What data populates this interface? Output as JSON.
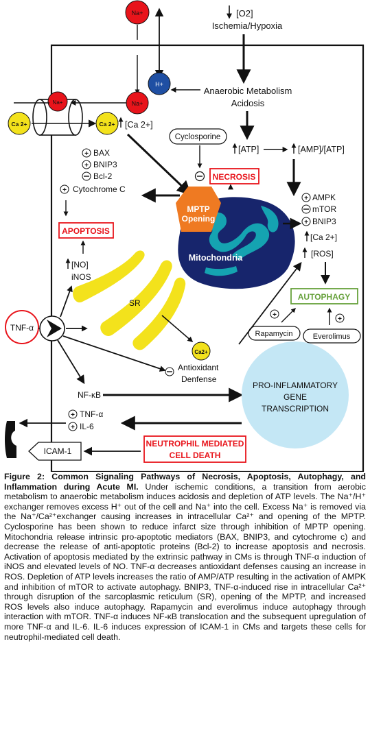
{
  "diagram": {
    "ions": {
      "na": "Na+",
      "h": "H+",
      "ca": "Ca 2+",
      "ca_sr": "Ca2+"
    },
    "labels": {
      "o2": "[O2]",
      "ischemia": "Ischemia/Hypoxia",
      "anaerobic": "Anaerobic Metabolism",
      "acidosis": "Acidosis",
      "ca_rise": "[Ca 2+]",
      "cyclosporine": "Cyclosporine",
      "atp": "[ATP]",
      "amp_atp": "[AMP]/[ATP]",
      "necrosis": "NECROSIS",
      "bax": "BAX",
      "bnip3_left": "BNIP3",
      "bcl2": "Bcl-2",
      "cytochrome": "Cytochrome C",
      "mptp_line1": "MPTP",
      "mptp_line2": "Opening",
      "mitochondria": "Mitochondria",
      "apoptosis": "APOPTOSIS",
      "no": "[NO]",
      "inos": "iNOS",
      "sr": "SR",
      "ampk": "AMPK",
      "mtor": "mTOR",
      "bnip3_right": "BNIP3",
      "ca_right": "[Ca 2+]",
      "ros": "[ROS]",
      "autophagy": "AUTOPHAGY",
      "rapamycin": "Rapamycin",
      "everolimus": "Everolimus",
      "tnf": "TNF-α",
      "antioxidant_line1": "Antioxidant",
      "antioxidant_line2": "Denfense",
      "nfkb": "NF-κB",
      "proinflam_line1": "PRO-INFLAMMATORY",
      "proinflam_line2": "GENE",
      "proinflam_line3": "TRANSCRIPTION",
      "tnf_out": "TNF-α",
      "il6": "IL-6",
      "icam": "ICAM-1",
      "neutro_line1": "NEUTROPHIL MEDIATED",
      "neutro_line2": "CELL DEATH"
    },
    "colors": {
      "na_red": "#e8141b",
      "h_blue": "#1f4fa3",
      "ca_yellow": "#f3e21c",
      "sr_yellow": "#f3e21c",
      "mito_navy": "#17256c",
      "mito_teal": "#15a3b1",
      "mptp_orange": "#ef7a22",
      "red_box": "#e8141b",
      "green_box": "#66a13b",
      "bubble_blue": "#c4e7f5"
    }
  },
  "caption": {
    "title": "Figure 2: Common Signaling Pathways of Necrosis, Apoptosis, Autophagy, and Inflammation during Acute MI.",
    "text": "Under ischemic conditions, a transition from aerobic metabolism to anaerobic metabolism induces acidosis and depletion of ATP levels. The Na⁺/H⁺ exchanger removes excess H⁺ out of the cell and Na⁺ into the cell. Excess Na⁺ is removed via the Na⁺/Ca²⁺exchanger causing increases in intracellular Ca²⁺ and opening of the MPTP. Cyclosporine has been shown to reduce infarct size through inhibition of MPTP opening. Mitochondria release intrinsic pro-apoptotic mediators (BAX, BNIP3, and cytochrome c) and decrease the release of anti-apoptotic proteins (Bcl-2) to increase apoptosis and necrosis. Activation of apoptosis mediated by the extrinsic pathway in CMs is through TNF-α induction of iNOS and elevated levels of NO. TNF-α decreases antioxidant defenses causing an increase in ROS. Depletion of ATP levels increases the ratio of AMP/ATP resulting in the activation of AMPK and inhibition of mTOR to activate autophagy. BNIP3, TNF-α-induced rise in intracellular Ca²⁺ through disruption of the sarcoplasmic reticulum (SR), opening of the MPTP, and increased ROS levels also induce autophagy. Rapamycin and everolimus induce autophagy through interaction with mTOR. TNF-α induces NF-κB translocation and the subsequent upregulation of more TNF-α and IL-6. IL-6 induces expression of ICAM-1 in CMs and targets these cells for neutrophil-mediated cell death."
  }
}
